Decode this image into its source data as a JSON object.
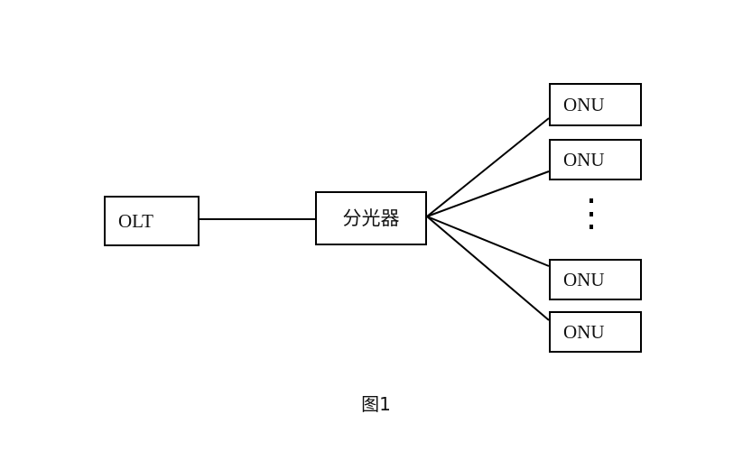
{
  "figure": {
    "caption": "图1",
    "background_color": "#ffffff",
    "stroke_color": "#000000"
  },
  "diagram": {
    "type": "network-topology",
    "description": "PON topology: OLT connected to an optical splitter which fans out to multiple ONUs",
    "nodes": [
      {
        "id": "olt",
        "label": "OLT",
        "script": "latin"
      },
      {
        "id": "splitter",
        "label": "分光器",
        "script": "cjk"
      },
      {
        "id": "onu-1",
        "label": "ONU",
        "script": "latin"
      },
      {
        "id": "onu-2",
        "label": "ONU",
        "script": "latin"
      },
      {
        "id": "onu-3",
        "label": "ONU",
        "script": "latin"
      },
      {
        "id": "onu-4",
        "label": "ONU",
        "script": "latin"
      }
    ],
    "links": [
      {
        "from": "olt",
        "to": "splitter",
        "style": "straight"
      },
      {
        "from": "splitter",
        "to": "onu-1",
        "style": "fan"
      },
      {
        "from": "splitter",
        "to": "onu-2",
        "style": "fan"
      },
      {
        "from": "splitter",
        "to": "onu-3",
        "style": "fan"
      },
      {
        "from": "splitter",
        "to": "onu-4",
        "style": "fan"
      }
    ],
    "continuation_marker": "vertical-ellipsis"
  }
}
